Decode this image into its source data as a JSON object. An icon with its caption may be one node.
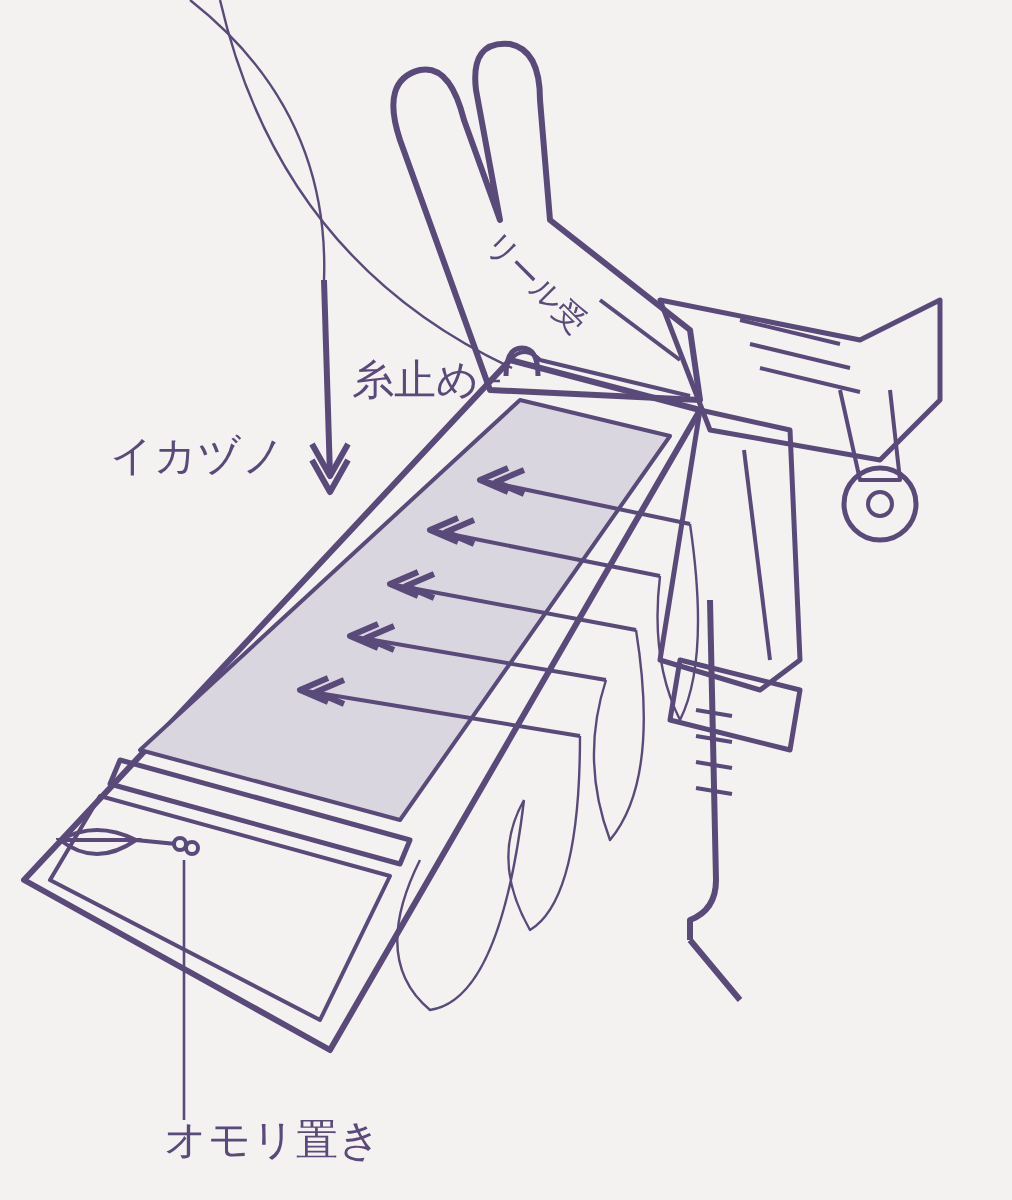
{
  "diagram": {
    "nodes": [
      {
        "text": [
          "糸止め"
        ]
      },
      {
        "text": [],
        "shape": "picture"
      },
      {
        "text": [
          "オモリ置き"
        ]
      },
      {
        "text": [],
        "shape": "picture"
      }
    ],
    "edges": [
      {
        "from": 0,
        "to": 1,
        "arrow": "none"
      },
      {
        "from": 2,
        "to": 3,
        "arrow": "none"
      }
    ],
    "labels": [
      "リール受",
      "イカヅノ"
    ]
  }
}
